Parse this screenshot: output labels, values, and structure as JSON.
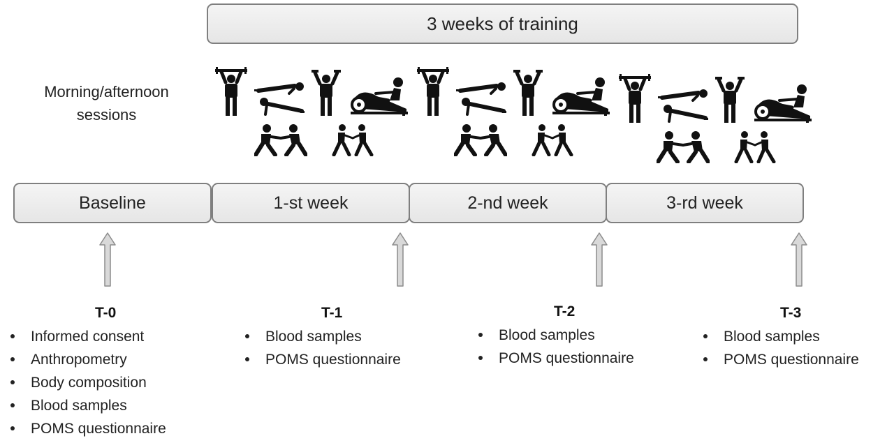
{
  "training_label": "3 weeks of training",
  "sessions_label": [
    "Morning/afternoon",
    "sessions"
  ],
  "phases": [
    {
      "label": "Baseline"
    },
    {
      "label": "1-st week"
    },
    {
      "label": "2-nd week"
    },
    {
      "label": "3-rd week"
    }
  ],
  "icons": {
    "exercise_cycle": [
      "weightlifter-icon",
      "plank-icon",
      "dumbbell-press-icon",
      "rowing-machine-icon"
    ],
    "partner_drills": [
      "partner-squat-icon",
      "partner-run-icon"
    ]
  },
  "timepoints": [
    {
      "title": "T-0",
      "items": [
        "Informed consent",
        "Anthropometry",
        "Body composition",
        "Blood samples",
        "POMS questionnaire"
      ]
    },
    {
      "title": "T-1",
      "items": [
        "Blood samples",
        "POMS questionnaire"
      ]
    },
    {
      "title": "T-2",
      "items": [
        "Blood samples",
        "POMS questionnaire"
      ]
    },
    {
      "title": "T-3",
      "items": [
        "Blood samples",
        "POMS questionnaire"
      ]
    }
  ],
  "colors": {
    "box_border": "#7f7f7f",
    "box_fill": "#ececec",
    "arrow_fill": "#d9d9d9",
    "arrow_stroke": "#8c8c8c",
    "icon": "#111111"
  }
}
